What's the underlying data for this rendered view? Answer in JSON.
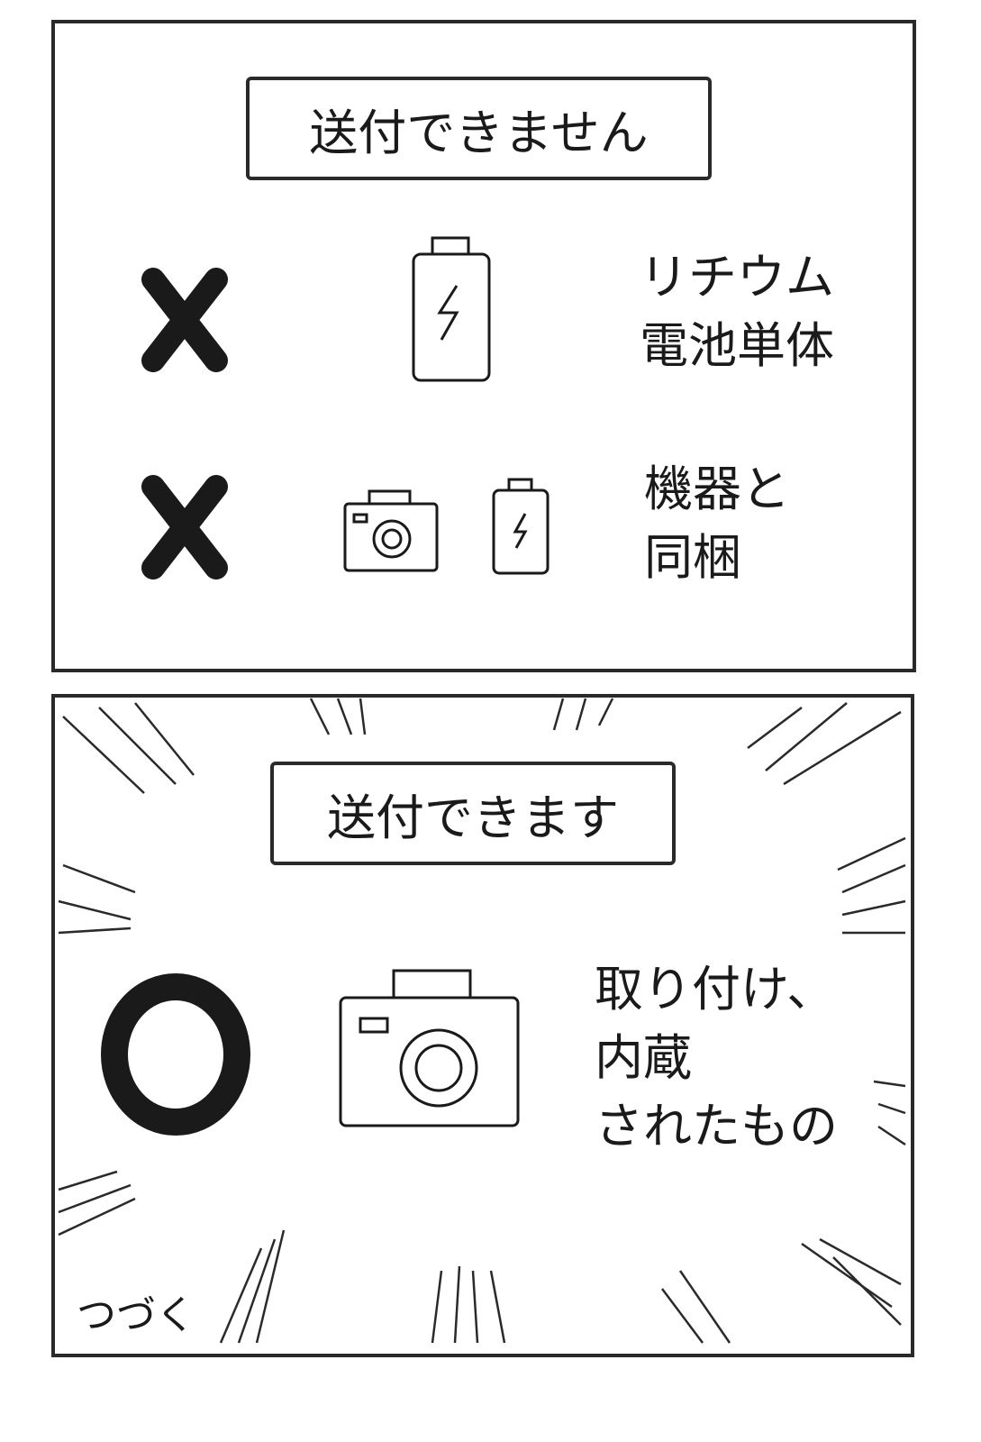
{
  "panel_top": {
    "heading": "送付できません",
    "rows": [
      {
        "mark": "x-mark",
        "icons": [
          "battery-icon"
        ],
        "lines": [
          "リチウム",
          "電池単体"
        ]
      },
      {
        "mark": "x-mark",
        "icons": [
          "camera-icon",
          "battery-icon"
        ],
        "lines": [
          "機器と",
          "同梱"
        ]
      }
    ]
  },
  "panel_bottom": {
    "heading": "送付できます",
    "mark": "circle-mark",
    "icons": [
      "camera-icon"
    ],
    "lines": [
      "取り付け、",
      "内蔵",
      "されたもの"
    ],
    "footer": "つづく"
  }
}
